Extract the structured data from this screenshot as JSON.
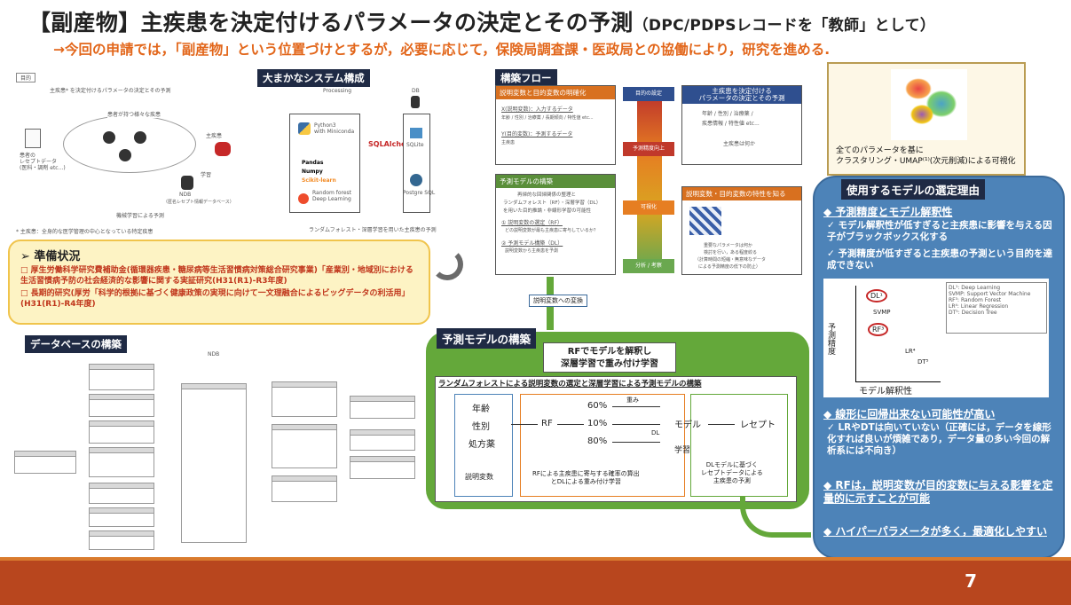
{
  "slide": {
    "title_main": "【副産物】主疾患を決定付けるパラメータの決定とその予測",
    "title_sub": "（DPC/PDPSレコードを「教師」として）",
    "subtitle": "→今回の申請では，「副産物」という位置づけとするが，必要に応じて，保険局調査課・医政局との協働により，研究を進める.",
    "page_number": "7"
  },
  "purpose": {
    "tag": "目的",
    "caption": "主疾患* を決定付けるパラメータの決定とその予測",
    "patient_label": "患者の\nレセプトデータ\n(医科・調剤 etc...)",
    "cycle_label": "患者が持つ様々な疾患",
    "main_label": "主疾患",
    "learn_label": "学習",
    "ndb_label": "NDB",
    "ndb_sub": "（匿名レセプト情報データベース）",
    "ml_label": "機械学習による予測",
    "footnote": "* 主疾患：全身的な医学管理の中心となっている特定疾患"
  },
  "system": {
    "heading": "大まかなシステム構成",
    "processing": "Processing",
    "python": "Python3\nwith Miniconda",
    "libs": [
      "Pandas",
      "Numpy",
      "Scikit-learn"
    ],
    "torch": "Random forest\nDeep Learning",
    "sqlalchemy": "SQLAlchemy",
    "db": "DB",
    "sqlite": "SQLite",
    "postgres": "Postgre SQL",
    "caption": "ランダムフォレスト・深層学習を用いた主疾患の予測"
  },
  "flow": {
    "heading": "構築フロー",
    "box1_head": "説明変数と目的変数の明確化",
    "box1_x": "X(説明変数)：入力するデータ",
    "box1_x_detail": "年齢 / 性別 / 治療薬 / 長期傾向 / 特性値 etc...",
    "box1_y": "Y(目的変数)：予測するデータ",
    "box1_y_detail": "主疾患",
    "box2_head": "予測モデルの構築",
    "box2_lines": [
      "再帰的な回帰関係の整理と",
      "ランダムフォレスト（RF）・深層学習（DL）",
      "を用いた目的推論・非線形学習の可能性"
    ],
    "box2_item1": "① 説明変数の選定（RF）",
    "box2_item1_d": "どの説明変数が最も主疾患に寄与しているか？",
    "box2_item2": "② 予測モデル構築（DL）",
    "box2_item2_d": "説明変数から主疾患を予測",
    "step1": "目的の設定",
    "step2": "予測精度向上",
    "step3": "可視化",
    "step4": "分析 / 考察",
    "box3_head": "主疾患を決定付ける\nパラメータの決定とその予測",
    "box3_lines": [
      "年齢 / 性別 / 治療薬 /",
      "疾患情報 / 特性値 etc..."
    ],
    "box3_result": "主疾患は何か",
    "box4_head": "説明変数・目的変数の特性を知る",
    "box4_lines": [
      "重要なパラメータは何か",
      "検討を行い，ある程度絞る",
      "（計算時間の短縮・無意味なデータ",
      "による予測精度の低下の防止）"
    ],
    "feedback": "説明変数への変換"
  },
  "visual": {
    "caption": "全てのパラメータを基に\nクラスタリング・UMAP⁽¹⁾(次元削減)による可視化"
  },
  "prep": {
    "heading": "➢ 準備状況",
    "items": [
      "□ 厚生労働科学研究費補助金(循環器疾患・糖尿病等生活習慣病対策総合研究事業)「産業別・地域別における生活習慣病予防の社会経済的な影響に関する実証研究(H31(R1)-R3年度)",
      "□ 長期的研究(厚労「科学的根拠に基づく健康政策の実現に向けて一文理融合によるビッグデータの利活用」(H31(R1)-R4年度)"
    ]
  },
  "database": {
    "heading": "データベースの構築",
    "ndb": "NDB"
  },
  "model": {
    "heading": "予測モデルの構築",
    "top_box": "RFでモデルを解釈し\n深層学習で重み付け学習",
    "caption": "ランダムフォレストによる説明変数の選定と深層学習による予測モデルの構築",
    "vars": [
      "年齢",
      "性別",
      "処方薬"
    ],
    "rf": "RF",
    "percents": [
      "60%",
      "10%",
      "80%"
    ],
    "weight": "重み",
    "dl": "DL",
    "model_label": "モデル",
    "learn": "学習",
    "receipt": "レセプト",
    "label_vars": "説明変数",
    "label_rf": "RFによる主疾患に寄与する確率の算出\nとDLによる重み付け学習",
    "label_pred": "DLモデルに基づく\nレセプトデータによる\n主疾患の予測"
  },
  "reasons": {
    "heading": "使用するモデルの選定理由",
    "b1": "◆  予測精度とモデル解釈性",
    "b1_items": [
      "✓  モデル解釈性が低すぎると主疾患に影響を与える因子がブラックボックス化する",
      "✓  予測精度が低すぎると主疾患の予測という目的を達成できない"
    ],
    "chart_ylabel": "予測精度",
    "chart_xlabel": "モデル解釈性",
    "chart_points": [
      "DL¹",
      "SVMP",
      "RF³",
      "LR⁴",
      "DT⁵"
    ],
    "legend": [
      "DL¹: Deep Learning",
      "SVMP: Support Vector Machine",
      "RF³: Random Forest",
      "LR⁴: Linear Regression",
      "DT⁵: Decision Tree"
    ],
    "b2": "◆  線形に回帰出来ない可能性が高い",
    "b2_item": "✓  LRやDTは向いていない（正確には，データを線形化すれば良いが煩雑であり，データ量の多い今回の解析系には不向き）",
    "b3": "◆  RFは，説明変数が目的変数に与える影響を定量的に示すことが可能",
    "b4": "◆  ハイパーパラメータが多く，最適化しやすい"
  }
}
